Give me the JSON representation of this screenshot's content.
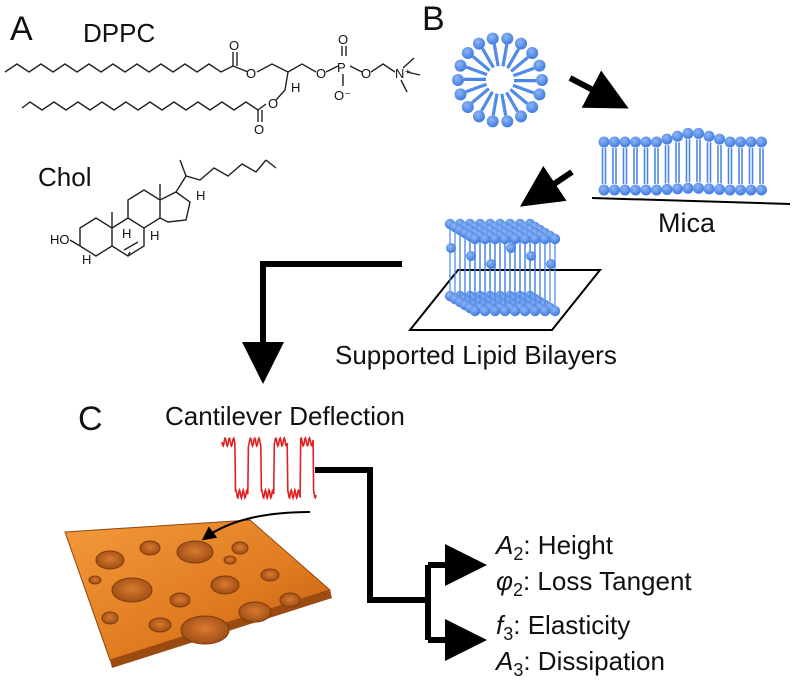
{
  "panels": {
    "a": "A",
    "b": "B",
    "c": "C"
  },
  "molecules": {
    "dppc": "DPPC",
    "chol": "Chol",
    "atoms": {
      "o": "O",
      "p": "P",
      "n_plus": "N⁺",
      "o_minus": "O⁻",
      "h": "H",
      "ho": "HO"
    }
  },
  "process": {
    "substrate": "Mica",
    "bilayer": "Supported Lipid Bilayers"
  },
  "measurement": {
    "signal": "Cantilever Deflection",
    "outputs": [
      {
        "symbol": "A",
        "sub": "2",
        "text": ": Height"
      },
      {
        "symbol": "φ",
        "sub": "2",
        "text": ": Loss Tangent"
      },
      {
        "symbol": "f",
        "sub": "3",
        "text": ": Elasticity"
      },
      {
        "symbol": "A",
        "sub": "3",
        "text": ": Dissipation"
      }
    ]
  },
  "colors": {
    "lipid": "#4a86e8",
    "signal": "#e02020",
    "surface": "#e07a1f",
    "arrow": "#000000"
  }
}
